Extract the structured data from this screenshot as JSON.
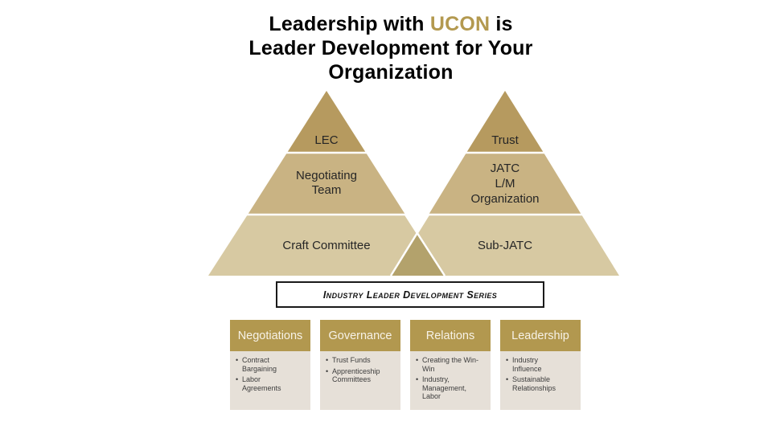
{
  "title": {
    "line1_pre": "Leadership with ",
    "line1_highlight": "UCON",
    "line1_post": " is",
    "line2": "Leader Development for Your",
    "line3": "Organization",
    "highlight_color": "#b3994f"
  },
  "pyramids": {
    "left": {
      "tiers": [
        {
          "name": "top",
          "lines": [
            "LEC"
          ]
        },
        {
          "name": "middle",
          "lines": [
            "Negotiating",
            "Team"
          ]
        },
        {
          "name": "bottom",
          "lines": [
            "Craft Committee"
          ]
        }
      ]
    },
    "right": {
      "tiers": [
        {
          "name": "top",
          "lines": [
            "Trust"
          ]
        },
        {
          "name": "middle",
          "lines": [
            "JATC",
            "L/M",
            "Organization"
          ]
        },
        {
          "name": "bottom",
          "lines": [
            "Sub-JATC"
          ]
        }
      ]
    }
  },
  "banner": {
    "label": "Industry Leader Development Series"
  },
  "boxes": [
    {
      "title": "Negotiations",
      "bullets": [
        "Contract Bargaining",
        "Labor Agreements"
      ]
    },
    {
      "title": "Governance",
      "bullets": [
        "Trust Funds",
        "Apprenticeship Committees"
      ]
    },
    {
      "title": "Relations",
      "bullets": [
        "Creating the Win-Win",
        "Industry, Management, Labor"
      ]
    },
    {
      "title": "Leadership",
      "bullets": [
        "Industry Influence",
        "Sustainable Relationships"
      ]
    }
  ],
  "colors": {
    "tier_top": "#b69a5f",
    "tier_middle": "#c9b383",
    "tier_bottom": "#d7c9a2",
    "tier_overlap": "#b3a26c",
    "divider": "#ffffff",
    "box_header_bg": "#b2984f",
    "box_header_text": "#f7f2e7",
    "box_body_bg": "#e6e0d8",
    "box_bullet_text": "#3d3d3d",
    "pyramid_label_text": "#262626",
    "banner_border": "#1a1a1a",
    "banner_text": "#111111",
    "title_text": "#000000"
  }
}
